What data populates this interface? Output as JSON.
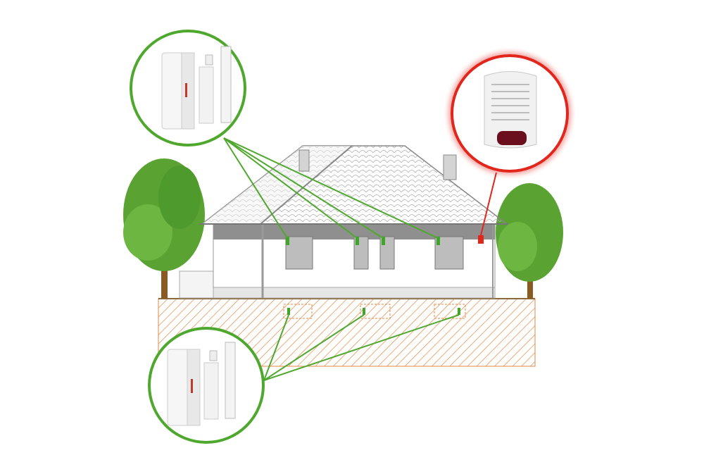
{
  "colors": {
    "sensor_link": "#4fa82e",
    "siren_link": "#e2261c",
    "soil_hatch": "#e08a45",
    "tree": "#5aa332",
    "trunk": "#8a5a22",
    "roof_line": "#9a9a9a",
    "window": "#bdbdbd"
  },
  "devices": [
    {
      "type": "door-window-sensor",
      "status": "green"
    },
    {
      "type": "outdoor-siren",
      "status": "red"
    },
    {
      "type": "door-window-sensor",
      "status": "green"
    }
  ]
}
